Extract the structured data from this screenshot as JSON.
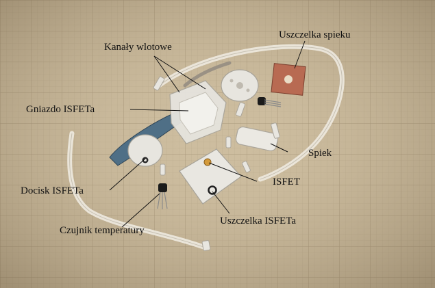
{
  "labels": {
    "uszczelka_spieku": "Uszczelka spieku",
    "kanaly_wlotowe": "Kanały wlotowe",
    "gniazdo_isfeta": "Gniazdo ISFETa",
    "spiek": "Spiek",
    "isfet": "ISFET",
    "docisk_isfeta": "Docisk ISFETa",
    "uszczelka_isfeta": "Uszczelka ISFETa",
    "czujnik_temperatury": "Czujnik temperatury"
  },
  "colors": {
    "paper": "#cdbd9f",
    "grid": "#b8a88b",
    "gasket": "#b86a52",
    "plastic": "#e4e2dc",
    "tube": "#ece8df",
    "blade": "#4f6f86",
    "label_text": "#111111"
  }
}
